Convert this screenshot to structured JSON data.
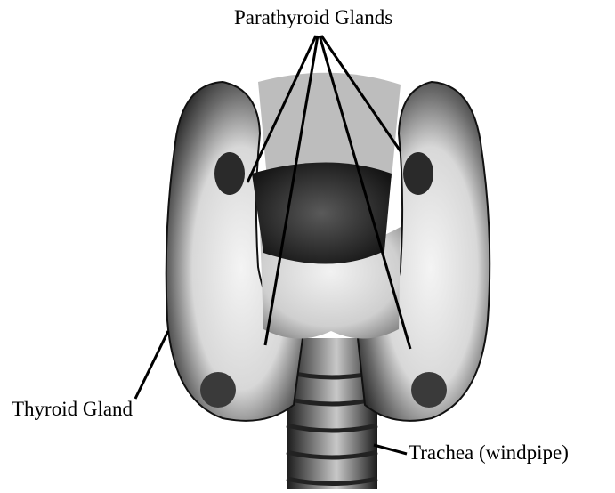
{
  "labels": {
    "parathyroid": "Parathyroid Glands",
    "thyroid": "Thyroid Gland",
    "trachea": "Trachea (windpipe)"
  },
  "colors": {
    "ink": "#000000",
    "tissue_dark": "#2a2a2a",
    "tissue_mid": "#7a7a7a",
    "tissue_light": "#e8e8e8",
    "background": "#ffffff"
  }
}
